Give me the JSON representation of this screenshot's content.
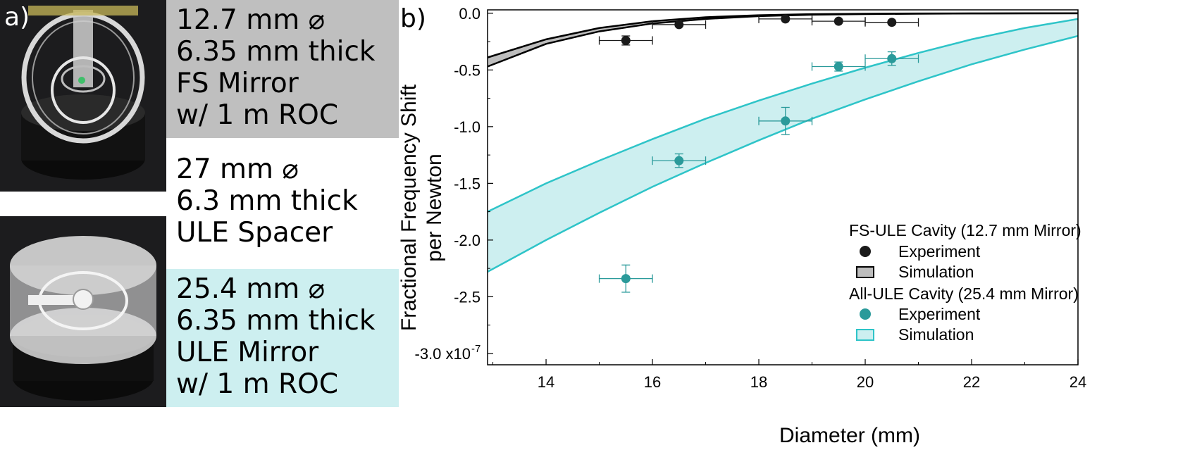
{
  "panel_a": {
    "label": "a)",
    "mirror1_lines": [
      "12.7 mm ⌀",
      "6.35 mm thick",
      "FS Mirror",
      "w/ 1 m ROC"
    ],
    "spacer_lines": [
      "27 mm ⌀",
      "6.3 mm thick",
      "ULE Spacer"
    ],
    "mirror2_lines": [
      "25.4 mm ⌀",
      "6.35 mm thick",
      "ULE Mirror",
      "w/ 1 m ROC"
    ],
    "colors": {
      "mirror1_bg": "#bfbfbf",
      "mirror2_bg": "#cdeff0",
      "photo_bg": "#1c1c1e"
    }
  },
  "chart_data": {
    "type": "scatter",
    "panel_label": "b)",
    "xlabel": "Diameter (mm)",
    "ylabel_line1": "Fractional Frequency Shift",
    "ylabel_line2": "per Newton",
    "xlim": [
      12.9,
      24.0
    ],
    "ylim": [
      -3.1,
      0.03
    ],
    "xticks": [
      14,
      16,
      18,
      20,
      22,
      24
    ],
    "yticks": [
      {
        "value": 0.0,
        "label": "0.0"
      },
      {
        "value": -0.5,
        "label": "-0.5"
      },
      {
        "value": -1.0,
        "label": "-1.0"
      },
      {
        "value": -1.5,
        "label": "-1.5"
      },
      {
        "value": -2.0,
        "label": "-2.0"
      },
      {
        "value": -2.5,
        "label": "-2.5"
      },
      {
        "value": -3.0,
        "label": "-3.0 x10"
      }
    ],
    "y_exponent": "-7",
    "grid": false,
    "legend": {
      "position": "bottom-right",
      "group1_title": "FS-ULE Cavity (12.7 mm Mirror)",
      "group2_title": "All-ULE  Cavity (25.4 mm Mirror)",
      "experiment_label": "Experiment",
      "simulation_label": "Simulation"
    },
    "series": [
      {
        "name": "FS-ULE Cavity (12.7 mm Mirror)",
        "marker_color": "#1a1a1a",
        "band_fill": "#bdbdbd",
        "band_stroke": "#000000",
        "experiment": [
          {
            "x": 15.5,
            "y": -0.24,
            "xerr": 0.5,
            "yerr": 0.04
          },
          {
            "x": 16.5,
            "y": -0.1,
            "xerr": 0.5,
            "yerr": 0.0
          },
          {
            "x": 18.5,
            "y": -0.05,
            "xerr": 0.5,
            "yerr": 0.0
          },
          {
            "x": 19.5,
            "y": -0.07,
            "xerr": 0.5,
            "yerr": 0.0
          },
          {
            "x": 20.5,
            "y": -0.08,
            "xerr": 0.5,
            "yerr": 0.0
          }
        ],
        "simulation_x": [
          12.9,
          14,
          15,
          16,
          17,
          18,
          19,
          20,
          21,
          22,
          23,
          24
        ],
        "simulation_upper": [
          -0.39,
          -0.23,
          -0.13,
          -0.07,
          -0.035,
          -0.017,
          -0.008,
          -0.004,
          -0.002,
          -0.001,
          -0.0005,
          0.0
        ],
        "simulation_lower": [
          -0.47,
          -0.27,
          -0.16,
          -0.09,
          -0.05,
          -0.025,
          -0.013,
          -0.007,
          -0.004,
          -0.002,
          -0.001,
          0.0
        ]
      },
      {
        "name": "All-ULE  Cavity (25.4 mm Mirror)",
        "marker_color": "#2a9a9a",
        "band_fill": "#cdeff0",
        "band_stroke": "#2ec4c8",
        "experiment": [
          {
            "x": 15.5,
            "y": -2.34,
            "xerr": 0.5,
            "yerr": 0.12
          },
          {
            "x": 16.5,
            "y": -1.3,
            "xerr": 0.5,
            "yerr": 0.06
          },
          {
            "x": 18.5,
            "y": -0.95,
            "xerr": 0.5,
            "yerr": 0.12
          },
          {
            "x": 19.5,
            "y": -0.47,
            "xerr": 0.5,
            "yerr": 0.04
          },
          {
            "x": 20.5,
            "y": -0.4,
            "xerr": 0.5,
            "yerr": 0.06
          }
        ],
        "simulation_x": [
          12.9,
          14,
          15,
          16,
          17,
          18,
          19,
          20,
          21,
          22,
          23,
          24
        ],
        "simulation_upper": [
          -1.75,
          -1.5,
          -1.3,
          -1.11,
          -0.93,
          -0.77,
          -0.62,
          -0.48,
          -0.35,
          -0.23,
          -0.13,
          -0.05
        ],
        "simulation_lower": [
          -2.28,
          -2.0,
          -1.76,
          -1.53,
          -1.32,
          -1.12,
          -0.93,
          -0.76,
          -0.6,
          -0.45,
          -0.32,
          -0.2
        ]
      }
    ]
  }
}
